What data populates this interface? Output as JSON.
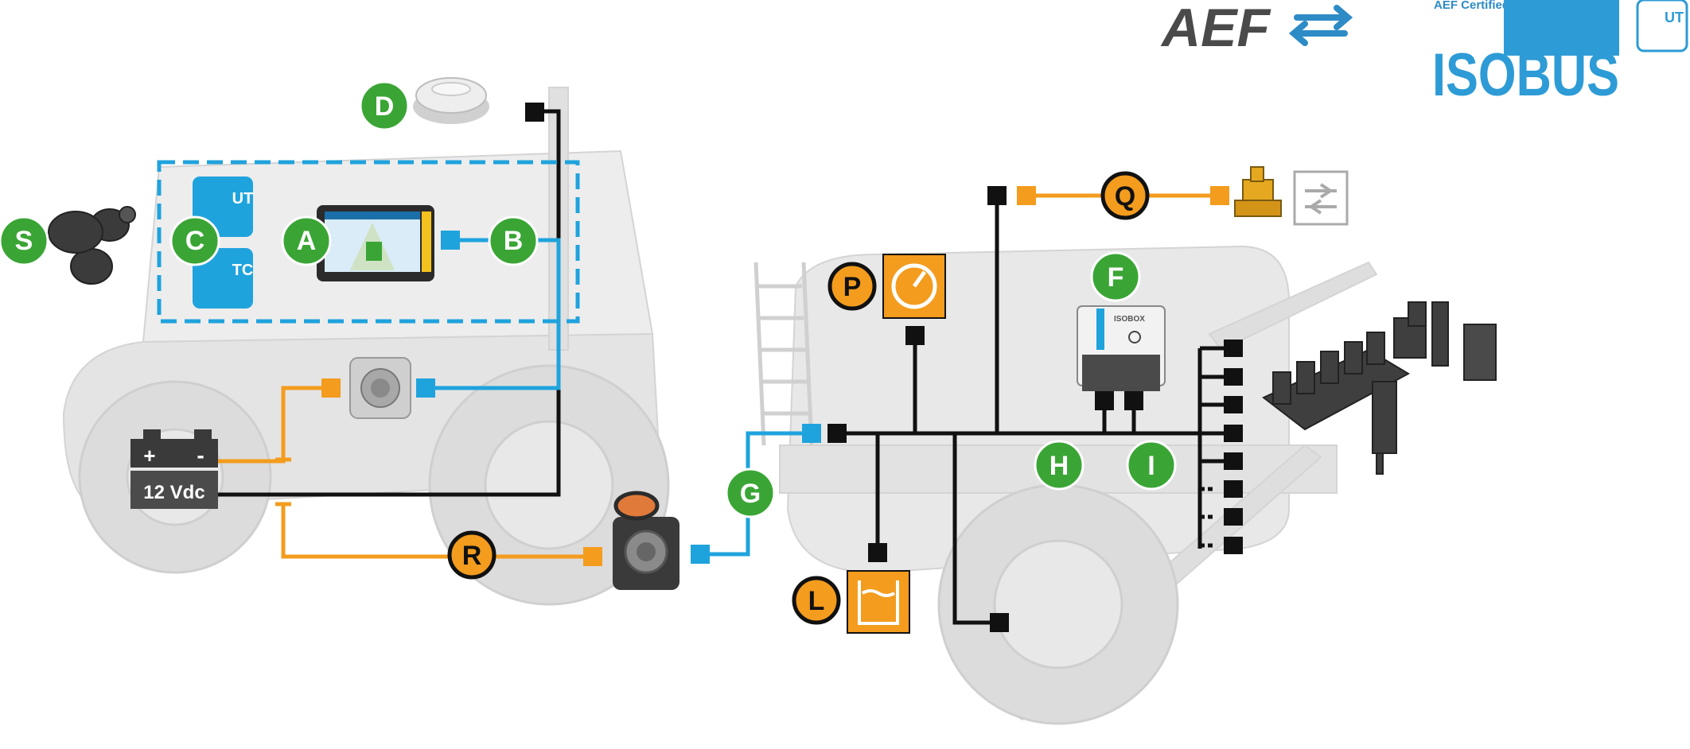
{
  "logos": {
    "aef": "AEF",
    "aef_certified": "AEF Certified",
    "isobus": "ISOBUS",
    "ut_badge": "UT"
  },
  "blocks": {
    "terminal_ut": "UT",
    "terminal_tc": "TC",
    "battery_plus": "+",
    "battery_minus": "-",
    "battery_voltage": "12 Vdc",
    "isobox": "ISOBOX"
  },
  "markers": {
    "A": "A",
    "B": "B",
    "C": "C",
    "D": "D",
    "F": "F",
    "G": "G",
    "H": "H",
    "I": "I",
    "L": "L",
    "P": "P",
    "Q": "Q",
    "R": "R",
    "S": "S"
  },
  "colors": {
    "green": "#3aa535",
    "orange": "#f39c1e",
    "blue": "#1fa3dd",
    "black": "#111111",
    "tractor_grey": "#e4e4e4"
  }
}
